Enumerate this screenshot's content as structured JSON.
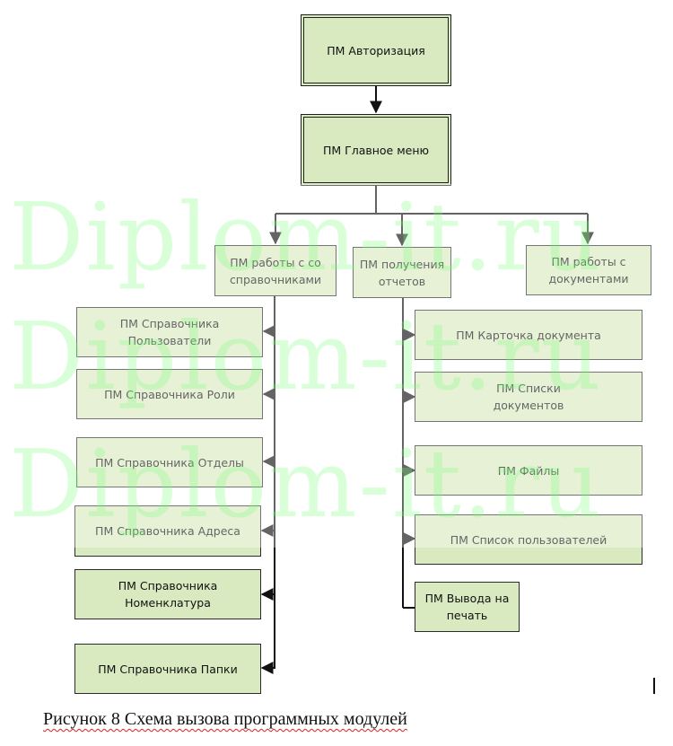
{
  "diagram": {
    "nodes": {
      "auth": "ПМ Авторизация",
      "main_menu": "ПМ Главное меню",
      "refs": "ПМ работы с со\nсправочниками",
      "reports": "ПМ получения\nотчетов",
      "docs": "ПМ работы с\nдокументами",
      "ref_users": "ПМ Справочника\nПользователи",
      "ref_roles": "ПМ Справочника  Роли",
      "ref_depts": "ПМ Справочника  Отделы",
      "ref_addr": "ПМ Справочника Адреса",
      "ref_nomen": "ПМ Справочника\nНоменклатура",
      "ref_folders": "ПМ Справочника  Папки",
      "doc_card": "ПМ Карточка документа",
      "doc_lists": "ПМ Списки\nдокументов",
      "files": "ПМ Файлы",
      "user_list": "ПМ Список пользователей",
      "print": "ПМ Вывода на\nпечать"
    },
    "edges": [
      [
        "auth",
        "main_menu"
      ],
      [
        "main_menu",
        "refs"
      ],
      [
        "main_menu",
        "reports"
      ],
      [
        "main_menu",
        "docs"
      ],
      [
        "refs",
        "ref_users"
      ],
      [
        "refs",
        "ref_roles"
      ],
      [
        "refs",
        "ref_depts"
      ],
      [
        "refs",
        "ref_addr"
      ],
      [
        "refs",
        "ref_nomen"
      ],
      [
        "refs",
        "ref_folders"
      ],
      [
        "reports",
        "doc_card"
      ],
      [
        "reports",
        "doc_lists"
      ],
      [
        "reports",
        "files"
      ],
      [
        "reports",
        "user_list"
      ],
      [
        "reports",
        "print"
      ]
    ],
    "colors": {
      "box_fill": "#d9eac0",
      "box_border": "#2b2b2b",
      "connector": "#111111",
      "watermark": "#78ff78"
    }
  },
  "watermark": "Diplom-it.ru",
  "caption": "Рисунок 8 Схема вызова программных модулей"
}
